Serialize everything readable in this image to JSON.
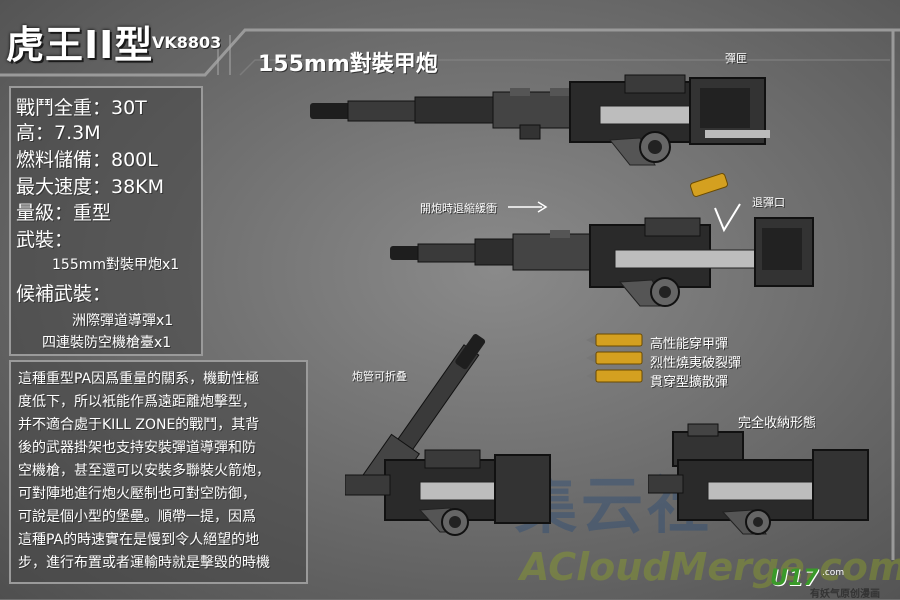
{
  "header": {
    "title": "虎王II型",
    "code": "VK8803",
    "gun_title": "155mm對裝甲炮"
  },
  "specs": [
    "戰鬥全重：30T",
    "高：7.3M",
    "燃料儲備：800L",
    "最大速度：38KM",
    "量級：重型",
    "武裝："
  ],
  "armament": "155mm對裝甲炮x1",
  "alt_title": "候補武裝：",
  "alt_items": [
    "洲際彈道導彈x1",
    "四連裝防空機槍臺x1"
  ],
  "description": [
    "這種重型PA因爲重量的關系，機動性極",
    "度低下，所以衹能作爲遠距離炮擊型，",
    "并不適合處于KILL ZONE的戰鬥，其背",
    "後的武器掛架也支持安裝彈道導彈和防",
    "空機槍，甚至還可以安裝多聯裝火箭炮，",
    "可對陣地進行炮火壓制也可對空防御，",
    "可說是個小型的堡壘。順帶一提，因爲",
    "這種PA的時速實在是慢到令人絕望的地",
    "步，進行布置或者運輸時就是擊毀的時機"
  ],
  "labels": {
    "magazine": "彈匣",
    "recoil": "開炮時退縮緩衝",
    "ejection": "退彈口",
    "foldable": "炮管可折叠",
    "stowed": "完全收納形態"
  },
  "ammo": [
    "高性能穿甲彈",
    "烈性燒夷破裂彈",
    "貫穿型擴散彈"
  ],
  "watermark": {
    "main": "集云社",
    "sub": "ACloudMerge.com"
  },
  "logo": {
    "name": "U17",
    "com": ".com",
    "sub": "有妖气原创漫画"
  },
  "colors": {
    "background": "#6f6f6f",
    "metal_dark": "#2a2a2a",
    "metal_mid": "#4a4a4a",
    "brass": "#d4a020"
  }
}
